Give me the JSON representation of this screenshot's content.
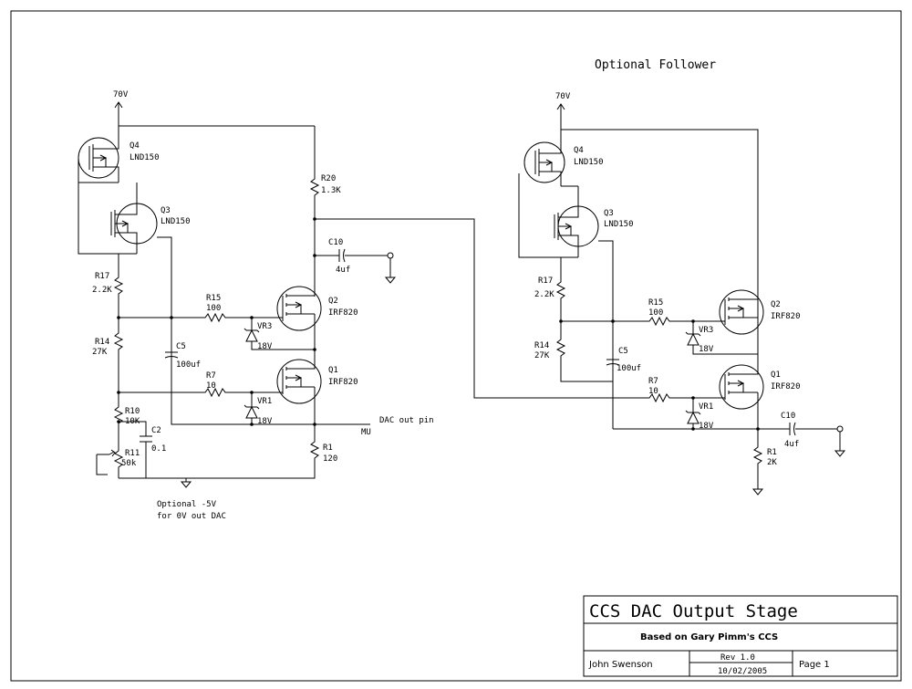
{
  "title_block": {
    "title": "CCS DAC Output Stage",
    "subtitle": "Based on Gary Pimm's CCS",
    "author": "John Swenson",
    "rev": "Rev 1.0",
    "date": "10/02/2005",
    "page": "Page 1"
  },
  "header": {
    "optional_follower": "Optional Follower"
  },
  "left": {
    "supply": "70V",
    "q4": "Q4",
    "q4_part": "LND150",
    "q3": "Q3",
    "q3_part": "LND150",
    "r20": "R20",
    "r20_val": "1.3K",
    "c10": "C10",
    "c10_val": "4uf",
    "r17": "R17",
    "r17_val": "2.2K",
    "r15": "R15",
    "r15_val": "100",
    "q2": "Q2",
    "q2_part": "IRF820",
    "vr3": "VR3",
    "vr3_val": "18V",
    "r14": "R14",
    "r14_val": "27K",
    "c5": "C5",
    "c5_val": "100uf",
    "r7": "R7",
    "r7_val": "10",
    "q1": "Q1",
    "q1_part": "IRF820",
    "vr1": "VR1",
    "vr1_val": "18V",
    "r10": "R10",
    "r10_val": "10K",
    "c2": "C2",
    "c2_val": "0.1",
    "dac_out": "DAC out pin",
    "mu": "MU",
    "r11": "R11",
    "r11_val": "50k",
    "r1": "R1",
    "r1_val": "120",
    "note1": "Optional -5V",
    "note2": "for 0V out DAC"
  },
  "right": {
    "supply": "70V",
    "q4": "Q4",
    "q4_part": "LND150",
    "q3": "Q3",
    "q3_part": "LND150",
    "r17": "R17",
    "r17_val": "2.2K",
    "r15": "R15",
    "r15_val": "100",
    "q2": "Q2",
    "q2_part": "IRF820",
    "vr3": "VR3",
    "vr3_val": "18V",
    "r14": "R14",
    "r14_val": "27K",
    "c5": "C5",
    "c5_val": "100uf",
    "r7": "R7",
    "r7_val": "10",
    "q1": "Q1",
    "q1_part": "IRF820",
    "vr1": "VR1",
    "vr1_val": "18V",
    "c10": "C10",
    "c10_val": "4uf",
    "r1": "R1",
    "r1_val": "2K"
  }
}
